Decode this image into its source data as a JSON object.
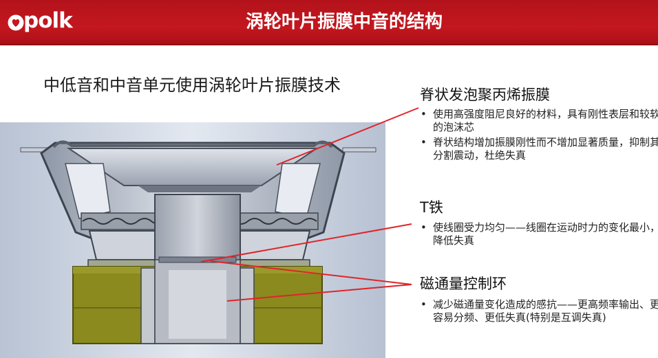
{
  "header": {
    "logo_text": "polk",
    "title": "涡轮叶片振膜中音的结构"
  },
  "subtitle": "中低音和中音单元使用涡轮叶片振膜技术",
  "sections": [
    {
      "title": "脊状发泡聚丙烯振膜",
      "bullets": [
        "使用高强度阻尼良好的材料，具有刚性表层和较软的泡沫芯",
        "脊状结构增加振膜刚性而不增加显著质量，抑制其分割震动，杜绝失真"
      ]
    },
    {
      "title": "T铁",
      "bullets": [
        "使线圈受力均匀——线圈在运动时力的变化最小，降低失真"
      ]
    },
    {
      "title": "磁通量控制环",
      "bullets": [
        "减少磁通量变化造成的感抗——更高频率输出、更容易分频、更低失真(特别是互调失真)"
      ]
    }
  ],
  "colors": {
    "header_red": "#c4171f",
    "callout_red": "#e0242a",
    "magnet_olive": "#8a8a1e"
  },
  "icons": {
    "logo": "heart-o-icon"
  }
}
